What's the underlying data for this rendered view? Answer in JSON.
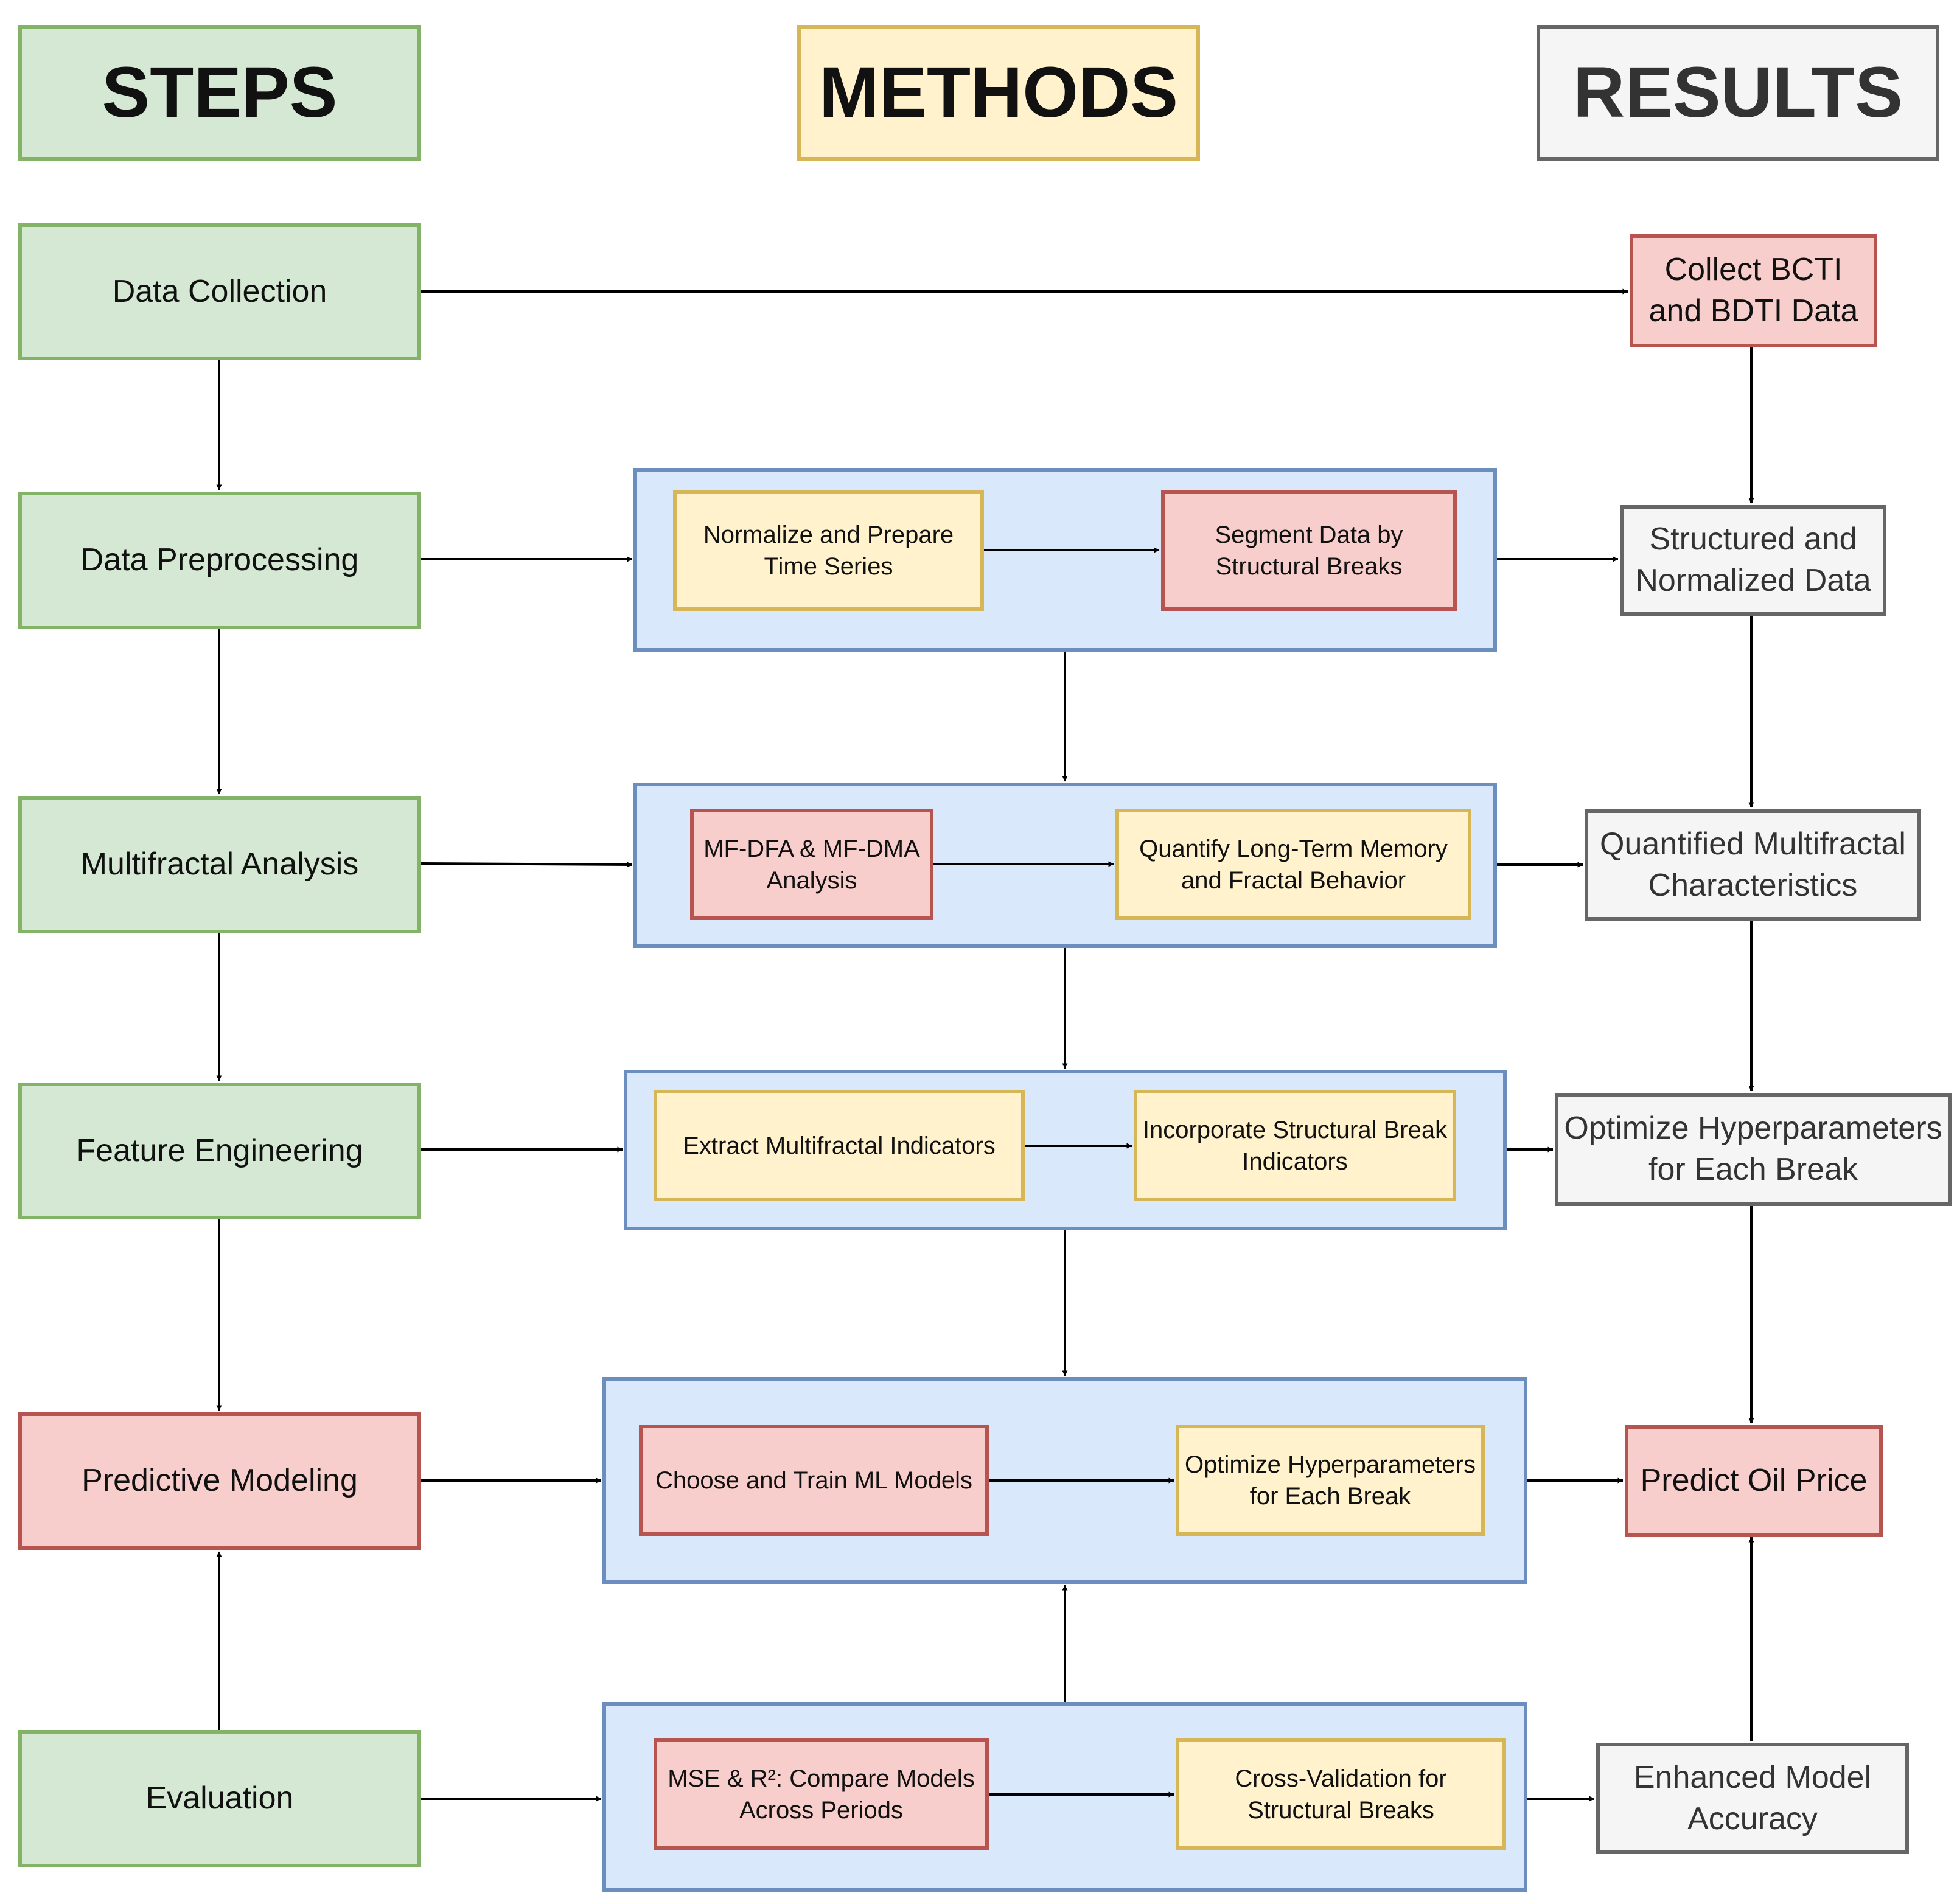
{
  "headers": {
    "steps": "STEPS",
    "methods": "METHODS",
    "results": "RESULTS"
  },
  "steps": {
    "collection": "Data Collection",
    "preprocessing": "Data Preprocessing",
    "multifractal": "Multifractal Analysis",
    "feature": "Feature Engineering",
    "predictive": "Predictive Modeling",
    "evaluation": "Evaluation"
  },
  "methods": {
    "normalize": "Normalize and Prepare\nTime Series",
    "segment": "Segment Data by\nStructural Breaks",
    "mfdfa": "MF-DFA & MF-DMA\nAnalysis",
    "quantify": "Quantify Long-Term Memory\nand Fractal Behavior",
    "extract": "Extract Multifractal Indicators",
    "incorporate": "Incorporate Structural Break\nIndicators",
    "train": "Choose and Train ML Models",
    "optimize": "Optimize Hyperparameters\nfor Each Break",
    "mse": "MSE & R²: Compare Models\nAcross Periods",
    "crossval": "Cross-Validation for\nStructural Breaks"
  },
  "results": {
    "collect": "Collect BCTI\nand BDTI Data",
    "structured": "Structured and\nNormalized Data",
    "quantified": "Quantified Multifractal\nCharacteristics",
    "optimize": "Optimize Hyperparameters\nfor Each Break",
    "predict": "Predict Oil Price",
    "enhanced": "Enhanced Model\nAccuracy"
  },
  "colors": {
    "green_fill": "#d5e8d4",
    "green_border": "#82b366",
    "yellow_fill": "#fff2cc",
    "yellow_border": "#d6b656",
    "red_fill": "#f8cecc",
    "red_border": "#b85450",
    "grey_fill": "#f5f5f5",
    "grey_border": "#666666",
    "blue_fill": "#dae8fc",
    "blue_border": "#6c8ebf"
  }
}
